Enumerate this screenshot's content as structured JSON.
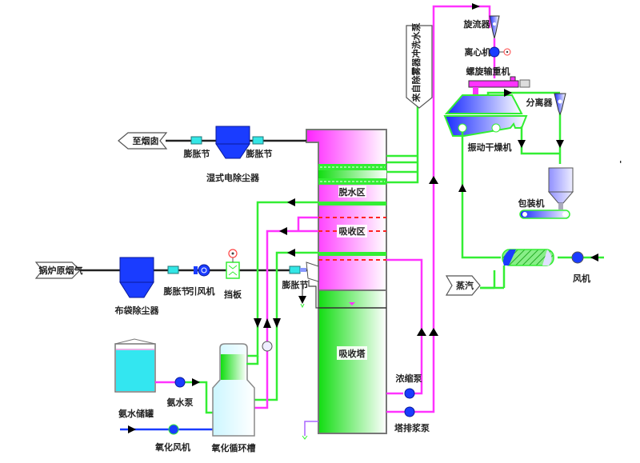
{
  "diagram": {
    "type": "process-flow",
    "title": "Ammonia desulfurization process flow",
    "colors": {
      "green_pipe": "#33ee33",
      "magenta_pipe": "#ff33ff",
      "gas_pipe": "#222222",
      "blue_pipe": "#1a3cff",
      "equipment_blue": "#1a3cff",
      "expansion_joint": "#33e6e6",
      "tower_top": "#ff33ff",
      "tower_bottom": "#22dd22",
      "tank_water": "#33e6f0"
    },
    "terminals": {
      "to_chimney": "至烟囱",
      "boiler_flue_gas": "锅炉原烟气",
      "steam": "蒸汽",
      "from_demister_pump": "来自除雾器冲洗水泵"
    },
    "equipment": {
      "wet_esp": "湿式电除尘器",
      "bag_filter": "布袋除尘器",
      "expansion_joint": "膨胀节",
      "induced_fan": "引风机",
      "damper": "挡板",
      "dewatering_zone": "脱水区",
      "absorption_zone": "吸收区",
      "absorption_tower": "吸收塔",
      "concentration_pump": "浓缩泵",
      "tower_slurry_pump": "塔排浆泵",
      "ammonia_tank": "氨水储罐",
      "ammonia_pump": "氨水泵",
      "oxidation_fan": "氧化风机",
      "oxidation_tank": "氧化循环槽",
      "cyclone": "旋流器",
      "centrifuge": "离心机",
      "screw_conveyor": "螺旋输重机",
      "separator": "分离器",
      "vibrating_dryer": "振动干燥机",
      "packing_machine": "包装机",
      "fan": "风机"
    }
  }
}
